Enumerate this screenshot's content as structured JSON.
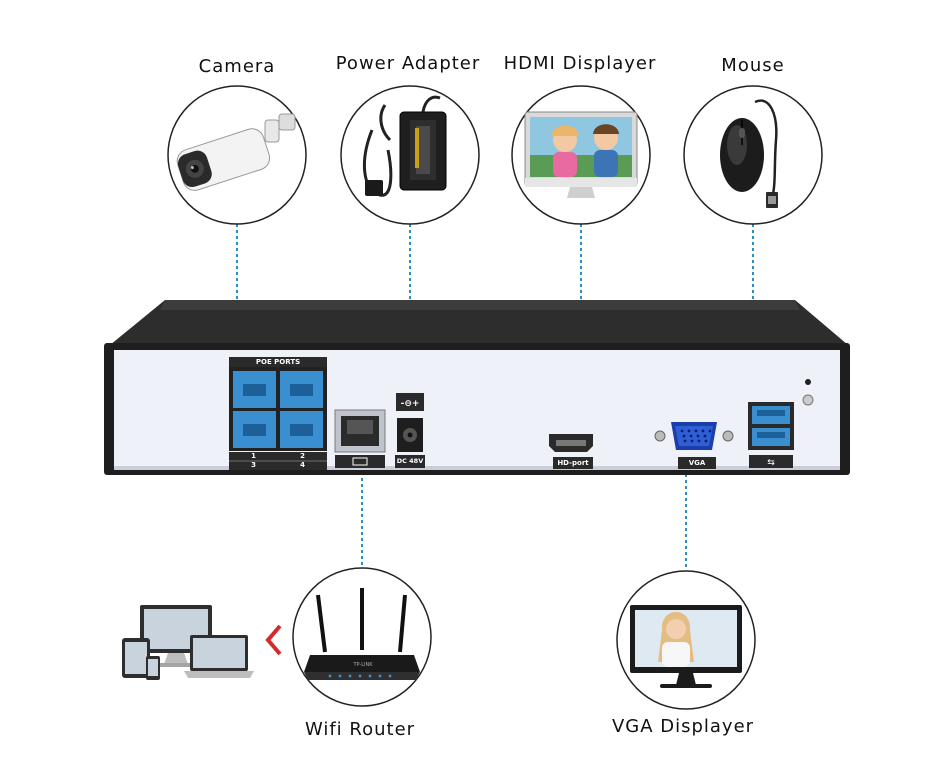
{
  "devices": {
    "camera": {
      "label": "Camera"
    },
    "power_adapter": {
      "label": "Power Adapter"
    },
    "hdmi_displayer": {
      "label": "HDMI Displayer"
    },
    "mouse": {
      "label": "Mouse"
    },
    "wifi_router": {
      "label": "Wifi Router"
    },
    "vga_displayer": {
      "label": "VGA Displayer"
    }
  },
  "nvr": {
    "poe_label": "POE PORTS",
    "poe_numbers": [
      "1",
      "2",
      "3",
      "4"
    ],
    "dc_label": "DC 48V",
    "hdmi_label": "HD-port",
    "vga_label": "VGA"
  },
  "colors": {
    "connector_line": "#2a8fc4",
    "port_blue": "#3a8fd0",
    "chassis": "#2b2b2b",
    "panel": "#eef1f7",
    "arrow": "#d42a2a"
  }
}
